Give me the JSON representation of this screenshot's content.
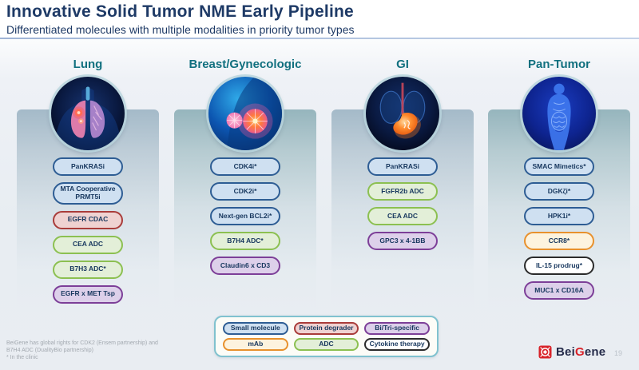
{
  "header": {
    "title": "Innovative Solid Tumor NME Early Pipeline",
    "subtitle": "Differentiated molecules with multiple modalities in priority tumor types"
  },
  "columns": [
    {
      "name": "Lung",
      "icon": "lung-icon",
      "pills": [
        {
          "label": "PanKRASi",
          "type": "small-molecule"
        },
        {
          "label": "MTA Cooperative PRMT5i",
          "type": "small-molecule"
        },
        {
          "label": "EGFR CDAC",
          "type": "protein-degrader"
        },
        {
          "label": "CEA ADC",
          "type": "adc"
        },
        {
          "label": "B7H3 ADC*",
          "type": "adc"
        },
        {
          "label": "EGFR x MET Tsp",
          "type": "bi-tri-specific"
        }
      ]
    },
    {
      "name": "Breast/Gynecologic",
      "icon": "breast-icon",
      "pills": [
        {
          "label": "CDK4i*",
          "type": "small-molecule"
        },
        {
          "label": "CDK2i*",
          "type": "small-molecule"
        },
        {
          "label": "Next-gen BCL2i*",
          "type": "small-molecule"
        },
        {
          "label": "B7H4 ADC*",
          "type": "adc"
        },
        {
          "label": "Claudin6 x CD3",
          "type": "bi-tri-specific"
        }
      ]
    },
    {
      "name": "GI",
      "icon": "gi-icon",
      "pills": [
        {
          "label": "PanKRASi",
          "type": "small-molecule"
        },
        {
          "label": "FGFR2b ADC",
          "type": "adc"
        },
        {
          "label": "CEA ADC",
          "type": "adc"
        },
        {
          "label": "GPC3 x 4-1BB",
          "type": "bi-tri-specific"
        }
      ]
    },
    {
      "name": "Pan-Tumor",
      "icon": "body-icon",
      "pills": [
        {
          "label": "SMAC Mimetics*",
          "type": "small-molecule"
        },
        {
          "label": "DGKζi*",
          "type": "small-molecule"
        },
        {
          "label": "HPK1i*",
          "type": "small-molecule"
        },
        {
          "label": "CCR8*",
          "type": "mab"
        },
        {
          "label": "IL-15 prodrug*",
          "type": "cytokine-therapy"
        },
        {
          "label": "MUC1 x CD16A",
          "type": "bi-tri-specific"
        }
      ]
    }
  ],
  "legend": {
    "items": [
      {
        "label": "Small molecule",
        "type": "small-molecule"
      },
      {
        "label": "Protein degrader",
        "type": "protein-degrader"
      },
      {
        "label": "Bi/Tri-specific",
        "type": "bi-tri-specific"
      },
      {
        "label": "mAb",
        "type": "mab"
      },
      {
        "label": "ADC",
        "type": "adc"
      },
      {
        "label": "Cytokine therapy",
        "type": "cytokine-therapy"
      }
    ]
  },
  "footnotes": {
    "line1": "BeiGene has global rights for CDK2 (Ensem partnership) and",
    "line2": "B7H4 ADC (DualityBio partnership)",
    "line3": "* In the clinic"
  },
  "footer": {
    "brand_prefix": "Bei",
    "brand_accent": "G",
    "brand_suffix": "ene",
    "page_number": "19"
  },
  "colors": {
    "title": "#1e3a66",
    "column_header": "#11707f",
    "small_molecule_border": "#2e5d94",
    "small_molecule_fill": "#cfe0f1",
    "protein_degrader_border": "#a93c3a",
    "protein_degrader_fill": "#efd2d1",
    "adc_border": "#8cc051",
    "adc_fill": "#e3efd8",
    "bi_tri_specific_border": "#7d3f98",
    "bi_tri_specific_fill": "#ddd0ea",
    "mab_border": "#e8912d",
    "mab_fill": "#fdf3de",
    "cytokine_border": "#2b2b2b",
    "cytokine_fill": "#ffffff",
    "legend_border": "#80c2cf",
    "brand_red": "#d8232a"
  }
}
